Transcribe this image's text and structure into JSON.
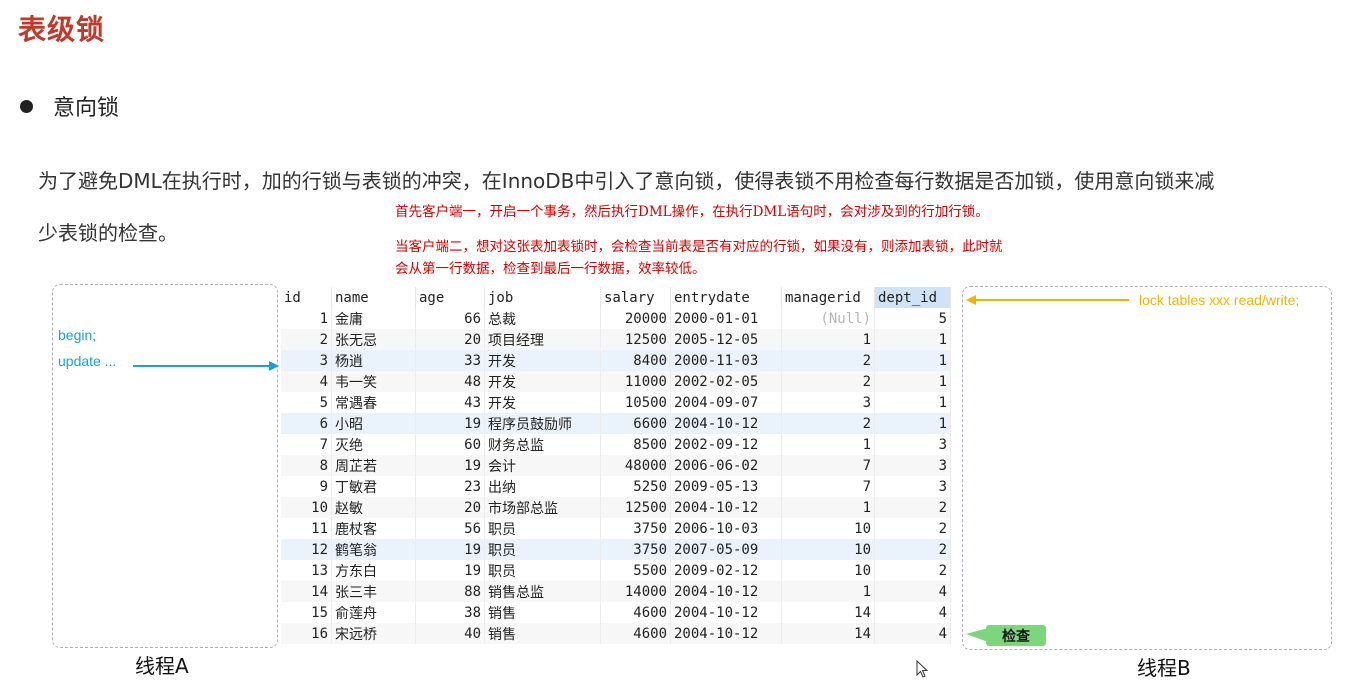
{
  "title": "表级锁",
  "bullet": "意向锁",
  "paragraph": {
    "line1": "为了避免DML在执行时，加的行锁与表锁的冲突，在InnoDB中引入了意向锁，使得表锁不用检查每行数据是否加锁，使用意向锁来减",
    "line2": "少表锁的检查。"
  },
  "notes": {
    "n1": "首先客户端一，开启一个事务，然后执行DML操作，在执行DML语句时，会对涉及到的行加行锁。",
    "n2": "当客户端二，想对这张表加表锁时，会检查当前表是否有对应的行锁，如果没有，则添加表锁，此时就",
    "n3": "会从第一行数据，检查到最后一行数据，效率较低。"
  },
  "threadA": {
    "begin": "begin;",
    "update": "update ...",
    "label": "线程A"
  },
  "threadB": {
    "lock": "lock tables xxx read/write;",
    "label": "线程B",
    "check": "检查"
  },
  "colors": {
    "title": "#c0392b",
    "notes": "#d40000",
    "threadA": "#1aa0d8",
    "threadB": "#f0b400",
    "check": "#7dd67d"
  },
  "table": {
    "columns": [
      "id",
      "name",
      "age",
      "job",
      "salary",
      "entrydate",
      "managerid",
      "dept_id"
    ],
    "rows": [
      [
        "1",
        "金庸",
        "66",
        "总裁",
        "20000",
        "2000-01-01",
        "(Null)",
        "5"
      ],
      [
        "2",
        "张无忌",
        "20",
        "项目经理",
        "12500",
        "2005-12-05",
        "1",
        "1"
      ],
      [
        "3",
        "杨逍",
        "33",
        "开发",
        "8400",
        "2000-11-03",
        "2",
        "1"
      ],
      [
        "4",
        "韦一笑",
        "48",
        "开发",
        "11000",
        "2002-02-05",
        "2",
        "1"
      ],
      [
        "5",
        "常遇春",
        "43",
        "开发",
        "10500",
        "2004-09-07",
        "3",
        "1"
      ],
      [
        "6",
        "小昭",
        "19",
        "程序员鼓励师",
        "6600",
        "2004-10-12",
        "2",
        "1"
      ],
      [
        "7",
        "灭绝",
        "60",
        "财务总监",
        "8500",
        "2002-09-12",
        "1",
        "3"
      ],
      [
        "8",
        "周芷若",
        "19",
        "会计",
        "48000",
        "2006-06-02",
        "7",
        "3"
      ],
      [
        "9",
        "丁敏君",
        "23",
        "出纳",
        "5250",
        "2009-05-13",
        "7",
        "3"
      ],
      [
        "10",
        "赵敏",
        "20",
        "市场部总监",
        "12500",
        "2004-10-12",
        "1",
        "2"
      ],
      [
        "11",
        "鹿杖客",
        "56",
        "职员",
        "3750",
        "2006-10-03",
        "10",
        "2"
      ],
      [
        "12",
        "鹤笔翁",
        "19",
        "职员",
        "3750",
        "2007-05-09",
        "10",
        "2"
      ],
      [
        "13",
        "方东白",
        "19",
        "职员",
        "5500",
        "2009-02-12",
        "10",
        "2"
      ],
      [
        "14",
        "张三丰",
        "88",
        "销售总监",
        "14000",
        "2004-10-12",
        "1",
        "4"
      ],
      [
        "15",
        "俞莲舟",
        "38",
        "销售",
        "4600",
        "2004-10-12",
        "14",
        "4"
      ],
      [
        "16",
        "宋远桥",
        "40",
        "销售",
        "4600",
        "2004-10-12",
        "14",
        "4"
      ]
    ]
  }
}
